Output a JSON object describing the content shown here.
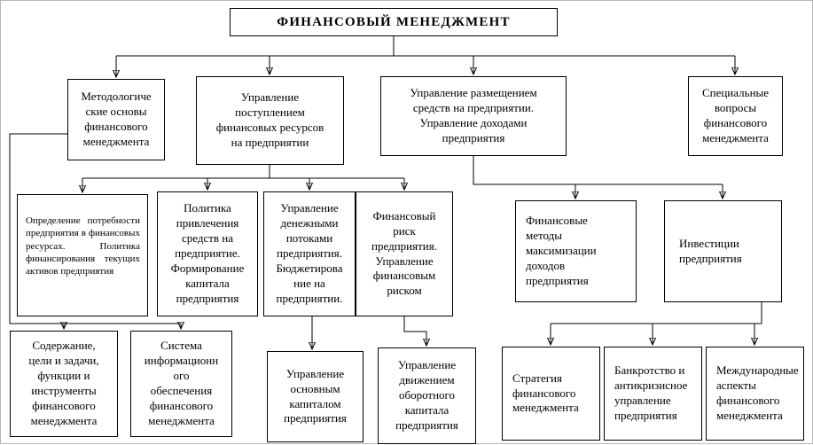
{
  "diagram": {
    "root": {
      "label": "ФИНАНСОВЫЙ МЕНЕДЖМЕНТ"
    },
    "level2": {
      "methodology": {
        "label": "Методологиче\nские основы\nфинансового\nменеджмента"
      },
      "inflow": {
        "label": "Управление\nпоступлением\nфинансовых ресурсов\nна предприятии"
      },
      "allocation": {
        "label": "Управление размещением\nсредств на предприятии.\nУправление доходами\nпредприятия"
      },
      "special": {
        "label": "Специальные\nвопросы\nфинансового\nменеджмента"
      }
    },
    "level3": {
      "needs": {
        "label": "Определение потребности предприятия в финансовых ресурсах. Политика финансирования текущих активов предприятия"
      },
      "attraction": {
        "label": "Политика\nпривлечения\nсредств на\nпредприятие.\nФормирование\nкапитала\nпредприятия"
      },
      "cashflows": {
        "label": "Управление\nденежными\nпотоками\nпредприятия.\nБюджетирова\nние на\nпредприятии."
      },
      "risk": {
        "label": "Финансовый\nриск\nпредприятия.\nУправление\nфинансовым\nриском"
      },
      "income_methods": {
        "label": "Финансовые\nметоды\nмаксимизации\nдоходов\nпредприятия"
      },
      "investments": {
        "label": "Инвестиции\nпредприятия"
      }
    },
    "level4": {
      "content_goals": {
        "label": "Содержание,\nцели и задачи,\nфункции и\nинструменты\nфинансового\nменеджмента"
      },
      "info_system": {
        "label": "Система\nинформационн\nого\nобеспечения\nфинансового\nменеджмента"
      },
      "fixed_capital": {
        "label": "Управление\nосновным\nкапиталом\nпредприятия"
      },
      "working_capital": {
        "label": "Управление\nдвижением\nоборотного\nкапитала\nпредприятия"
      },
      "strategy": {
        "label": "Стратегия\nфинансового\nменеджмента"
      },
      "bankruptcy": {
        "label": "Банкротство и\nантикризисное\nуправление\nпредприятия"
      },
      "international": {
        "label": "Международные\nаспекты\nфинансового\nменеджмента"
      }
    }
  }
}
